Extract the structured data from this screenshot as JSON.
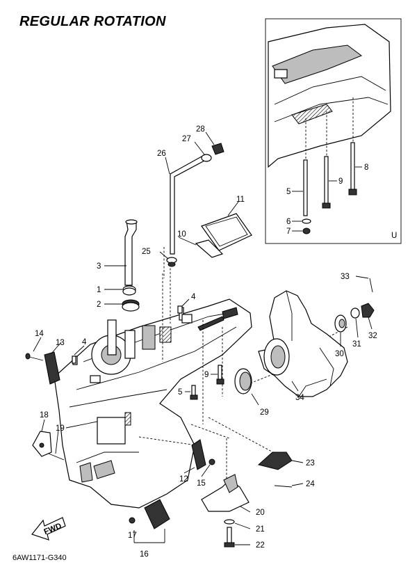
{
  "title": "REGULAR ROTATION",
  "drawing_code": "6AW1171-G340",
  "inset_label": "U",
  "fwd_label": "FWD",
  "callouts": [
    "1",
    "2",
    "3",
    "4",
    "4",
    "5",
    "5",
    "6",
    "7",
    "8",
    "9",
    "9",
    "10",
    "11",
    "12",
    "13",
    "14",
    "15",
    "16",
    "17",
    "18",
    "19",
    "20",
    "21",
    "22",
    "23",
    "24",
    "25",
    "26",
    "27",
    "28",
    "29",
    "30",
    "31",
    "32",
    "33",
    "34"
  ]
}
